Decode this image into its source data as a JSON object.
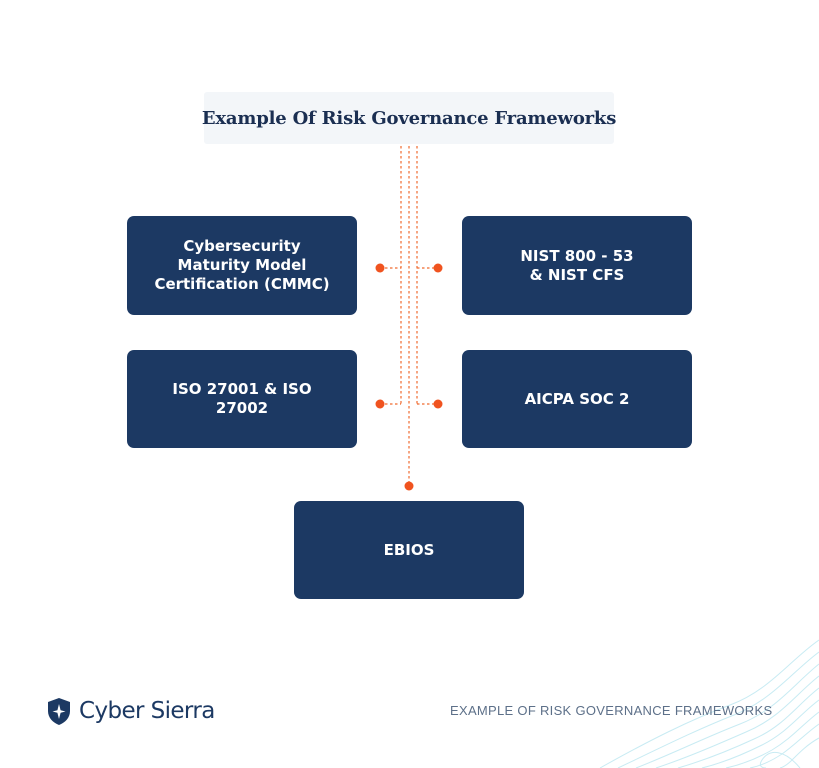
{
  "title": "Example Of Risk Governance Frameworks",
  "nodes": {
    "cmmc": "Cybersecurity Maturity Model Certification (CMMC)",
    "nist": "NIST 800 - 53 & NIST CFS",
    "iso": "ISO 27001 & ISO 27002",
    "aicpa": "AICPA SOC 2",
    "ebios": "EBIOS"
  },
  "brand": {
    "name": "Cyber Sierra",
    "icon": "shield-star-icon"
  },
  "footer": {
    "caption": "EXAMPLE OF RISK GOVERNANCE FRAMEWORKS"
  },
  "colors": {
    "node_fill": "#1c3963",
    "connector": "#f06a2f",
    "title_bg": "#f3f6f9",
    "text_dark": "#1b2f52"
  }
}
